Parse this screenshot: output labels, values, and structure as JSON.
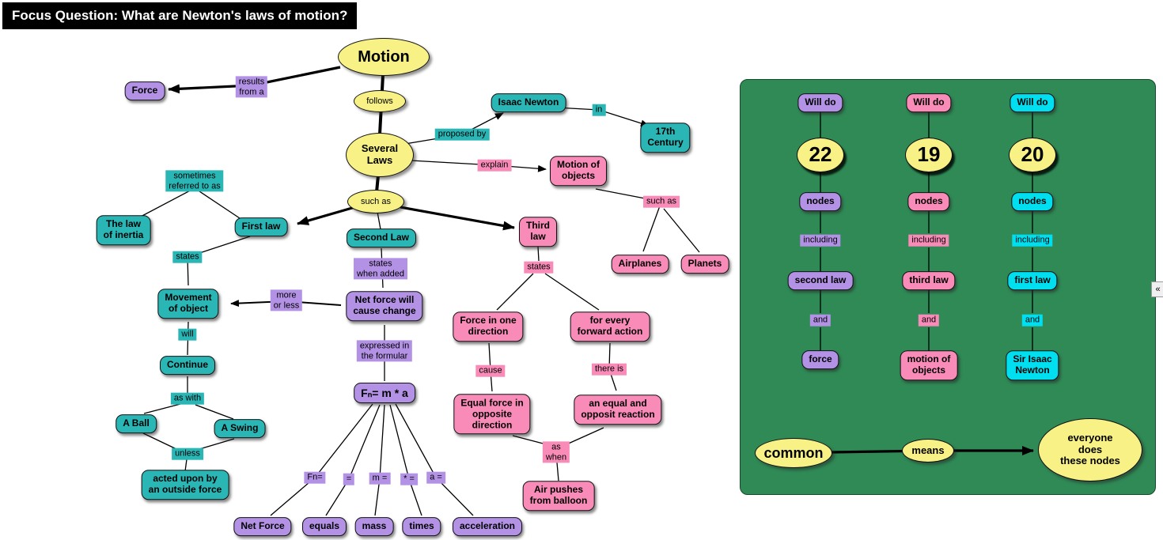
{
  "focus_question": "Focus Question:  What are Newton's laws of motion?",
  "palette": {
    "yellow": "#f8f286",
    "teal": "#2bb6b6",
    "purple": "#b392e6",
    "pink": "#f98bb9",
    "cyan": "#00dff0",
    "panel_green": "#2f8a56"
  },
  "nodes": {
    "motion": "Motion",
    "follows": "follows",
    "several_laws": "Several\nLaws",
    "such_as_laws": "such as",
    "results_from_a": "results\nfrom a",
    "force": "Force",
    "proposed_by": "proposed by",
    "isaac_newton": "Isaac Newton",
    "in": "in",
    "seventeenth_century": "17th\nCentury",
    "explain": "explain",
    "motion_of_objects": "Motion of\nobjects",
    "such_as_objects": "such as",
    "airplanes": "Airplanes",
    "planets": "Planets",
    "sometimes_referred_to_as": "sometimes\nreferred to as",
    "the_law_of_inertia": "The law\nof inertia",
    "first_law": "First law",
    "states_first": "states",
    "movement_of_object": "Movement\nof object",
    "will": "will",
    "continue": "Continue",
    "as_with": "as with",
    "a_ball": "A Ball",
    "a_swing": "A Swing",
    "unless": "unless",
    "acted_upon": "acted upon by\nan outside force",
    "second_law": "Second Law",
    "states_when_added": "states\nwhen added",
    "net_force_will_cause_change": "Net force will\ncause change",
    "more_or_less": "more\nor less",
    "expressed_in_the_formular": "expressed in\nthe formular",
    "formula": "Fₙ= m * a",
    "fn_eq": "Fn=",
    "eq": "=",
    "m_eq": "m =",
    "star_eq": "* =",
    "a_eq": "a =",
    "net_force": "Net Force",
    "equals": "equals",
    "mass": "mass",
    "times": "times",
    "acceleration": "acceleration",
    "third_law": "Third\nlaw",
    "states_third": "states",
    "force_in_one_direction": "Force in one\ndirection",
    "for_every_forward_action": "for every\nforward action",
    "cause": "cause",
    "equal_force_opposite": "Equal force in\nopposite\ndirection",
    "there_is": "there is",
    "equal_opposit_reaction": "an equal and\nopposit reaction",
    "as_when": "as\nwhen",
    "air_pushes_from_balloon": "Air pushes\nfrom balloon"
  },
  "panel": {
    "columns": [
      {
        "will_do": "Will do",
        "count": "22",
        "nodes": "nodes",
        "including": "including",
        "item1": "second law",
        "and": "and",
        "item2": "force"
      },
      {
        "will_do": "Will do",
        "count": "19",
        "nodes": "nodes",
        "including": "including",
        "item1": "third law",
        "and": "and",
        "item2": "motion of\nobjects"
      },
      {
        "will_do": "Will do",
        "count": "20",
        "nodes": "nodes",
        "including": "including",
        "item1": "first law",
        "and": "and",
        "item2": "Sir Isaac\nNewton"
      }
    ],
    "common": "common",
    "means": "means",
    "everyone": "everyone\ndoes\nthese nodes",
    "collapse_glyph": "«"
  }
}
